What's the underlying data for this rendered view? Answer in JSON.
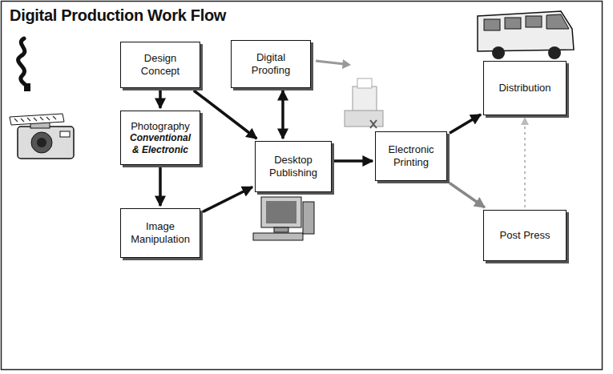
{
  "diagram": {
    "title": "Digital Production Work Flow",
    "nodes": [
      {
        "text": [
          "Design Concept"
        ]
      },
      {
        "text": [
          "Photography",
          "Conventional & Electronic"
        ]
      },
      {
        "text": [
          "Image Manipulation"
        ]
      },
      {
        "text": [
          "Digital Proofing"
        ]
      },
      {
        "text": [
          "Desktop Publishing"
        ]
      },
      {
        "text": [
          "Electronic Printing"
        ]
      },
      {
        "text": [
          "Distribution"
        ]
      },
      {
        "text": [
          "Post Press"
        ]
      }
    ],
    "edges": [
      {
        "from": 0,
        "to": 1,
        "arrow": "to"
      },
      {
        "from": 1,
        "to": 2,
        "arrow": "to"
      },
      {
        "from": 0,
        "to": 4,
        "arrow": "to"
      },
      {
        "from": 2,
        "to": 4,
        "arrow": "to"
      },
      {
        "from": 3,
        "to": 4,
        "arrow": "both"
      },
      {
        "from": 4,
        "to": 5,
        "arrow": "to"
      },
      {
        "from": 5,
        "to": 6,
        "arrow": "to"
      },
      {
        "from": 5,
        "to": 7,
        "arrow": "to"
      },
      {
        "from": 7,
        "to": 6,
        "arrow": "to"
      }
    ]
  }
}
